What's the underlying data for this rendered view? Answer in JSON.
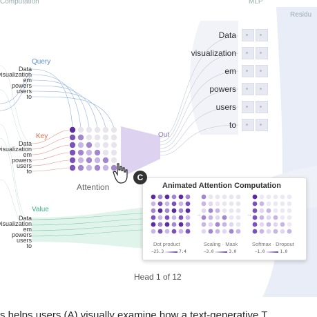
{
  "sections": {
    "computation_partial": "Computation",
    "mlp": "MLP",
    "residual_partial": "Residu"
  },
  "groups": {
    "query": "Query",
    "key": "Key",
    "value": "Value",
    "out": "Out",
    "attention": "Attention"
  },
  "tokens": [
    "Data",
    "visualization",
    "em",
    "powers",
    "users",
    "to"
  ],
  "popup": {
    "title": "Animated Attention Computation",
    "steps": [
      {
        "label": "Dot product",
        "range_min": "−25.3",
        "range_max": "7.4"
      },
      {
        "label": "Scaling · Mask",
        "range_min": "−3.0",
        "range_max": "3.0"
      },
      {
        "label": "Softmax · Dropout",
        "range_min": "−1.0",
        "range_max": "1.0"
      }
    ]
  },
  "badge": "C",
  "head_label": "Head 1 of 12",
  "caption": "s helps users (A) visually examine how a text-generative T",
  "colors": {
    "query": "#5b8fd0",
    "key": "#e0694a",
    "value": "#3bb385",
    "attention": "#6a3fb0",
    "residual": "#dde3f2"
  },
  "icons": {
    "cursor": "hand-pointer-icon"
  }
}
